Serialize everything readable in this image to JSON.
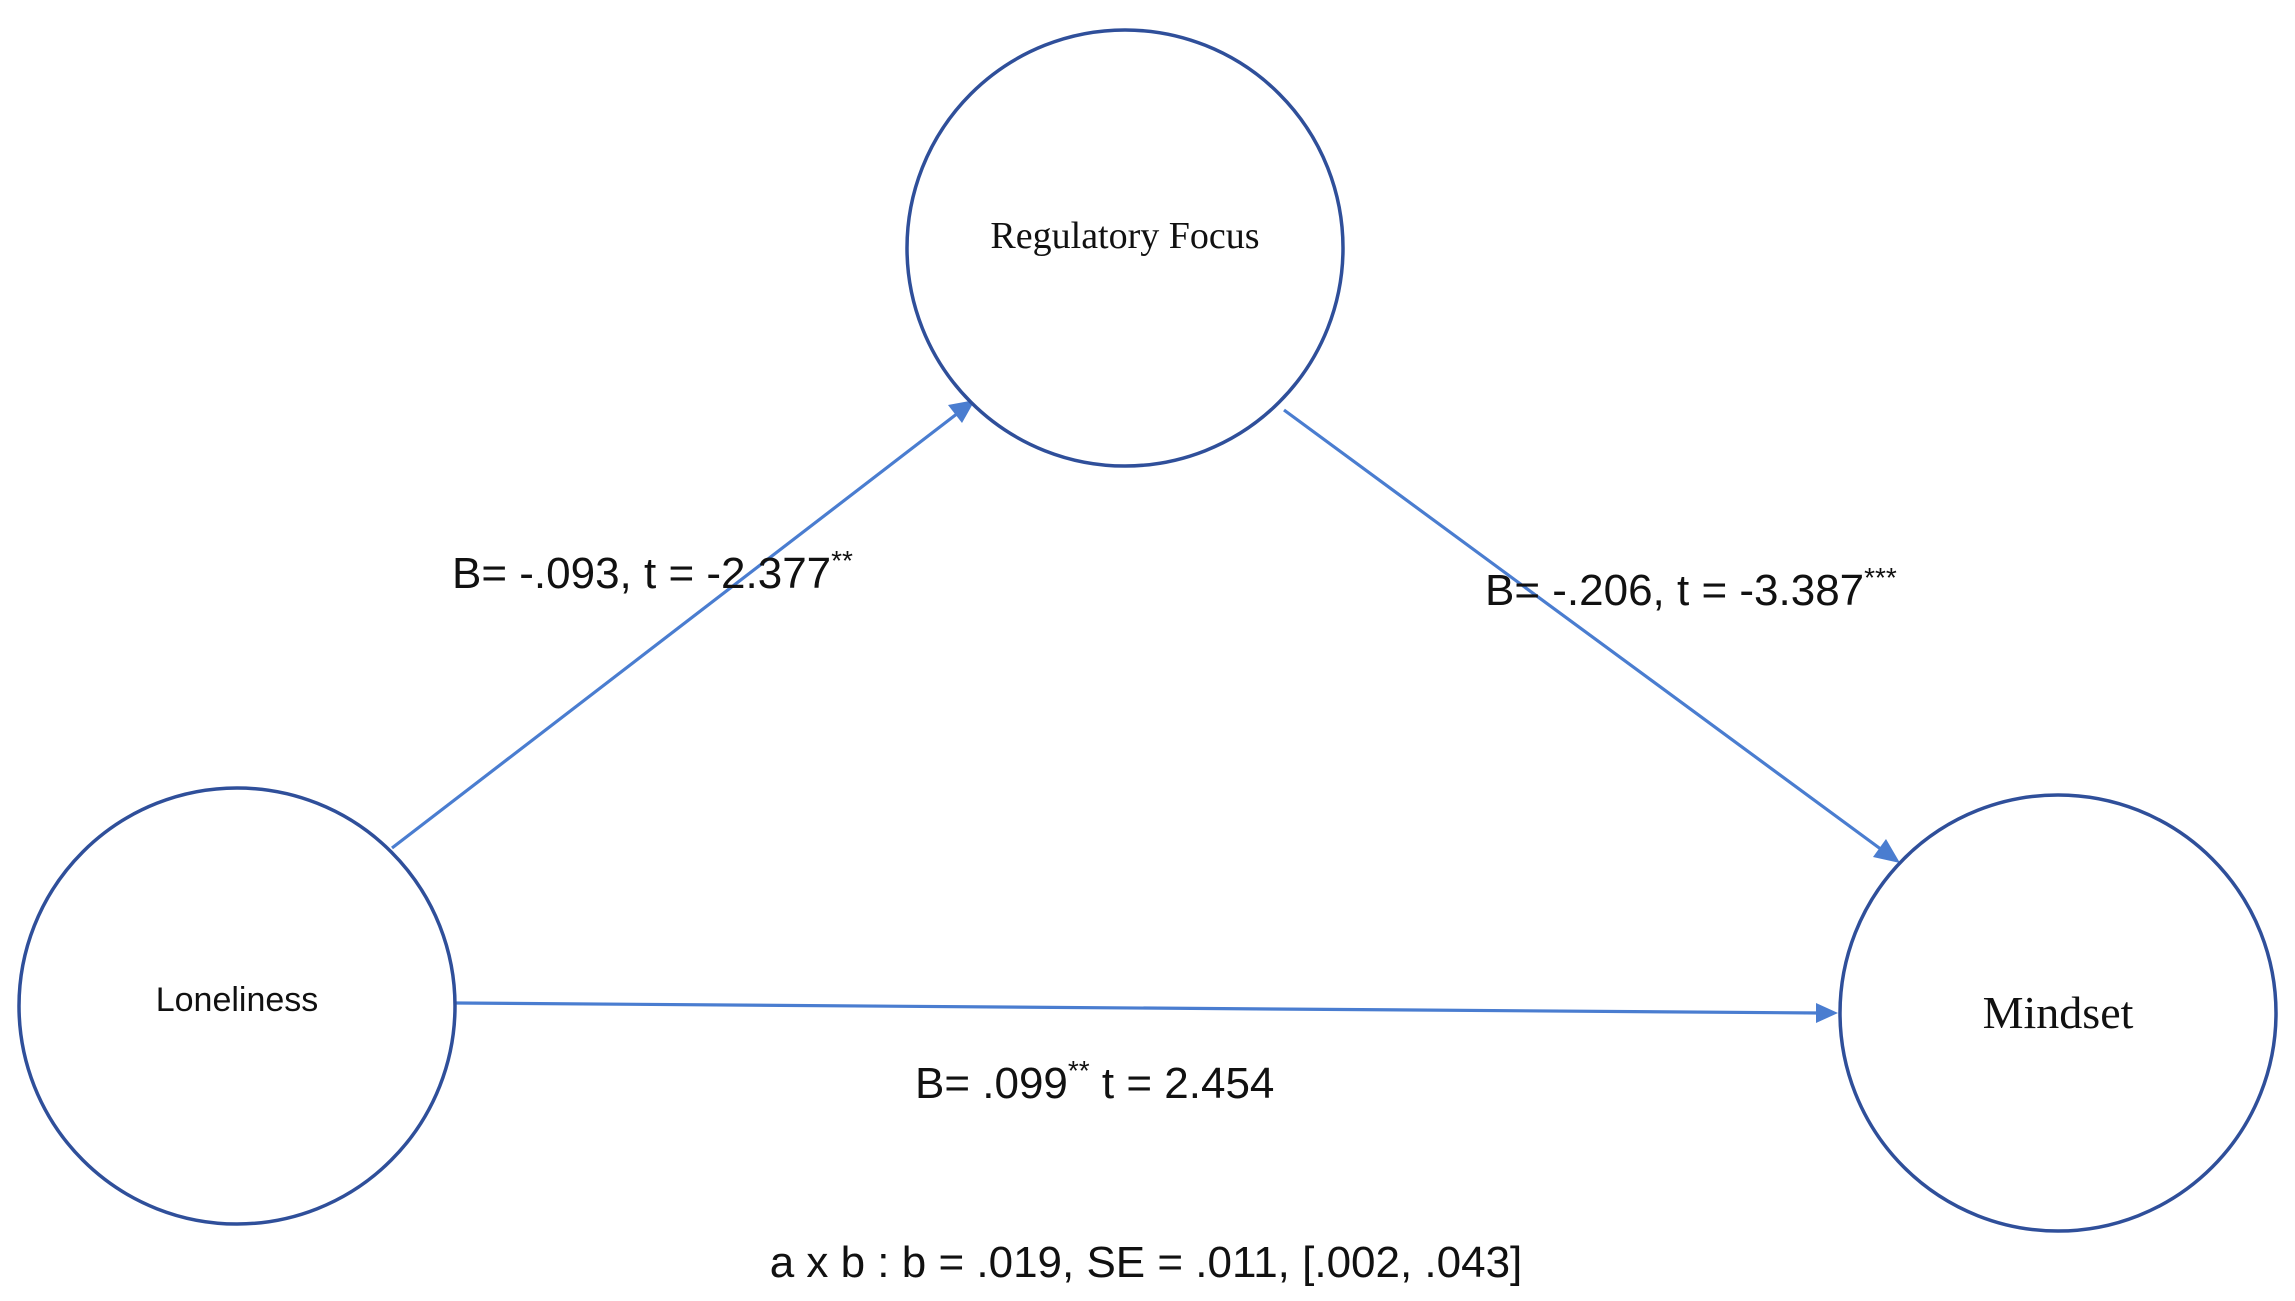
{
  "nodes": {
    "regulatory_focus": {
      "label": "Regulatory Focus"
    },
    "loneliness": {
      "label": "Loneliness"
    },
    "mindset": {
      "label": "Mindset"
    }
  },
  "edges": {
    "loneliness_to_focus": {
      "main": "B= -.093, t = -2.377",
      "sup": "**"
    },
    "focus_to_mindset": {
      "main": "B= -.206, t = -3.387",
      "sup": "***"
    },
    "loneliness_to_mindset": {
      "part1": "B= .099",
      "sup": "**",
      "part2": " t = 2.454"
    }
  },
  "indirect_effect": "a x b : b = .019, SE = .011, [.002, .043]",
  "colors": {
    "node_stroke": "#2f4f9a",
    "edge": "#4a7dd0"
  }
}
